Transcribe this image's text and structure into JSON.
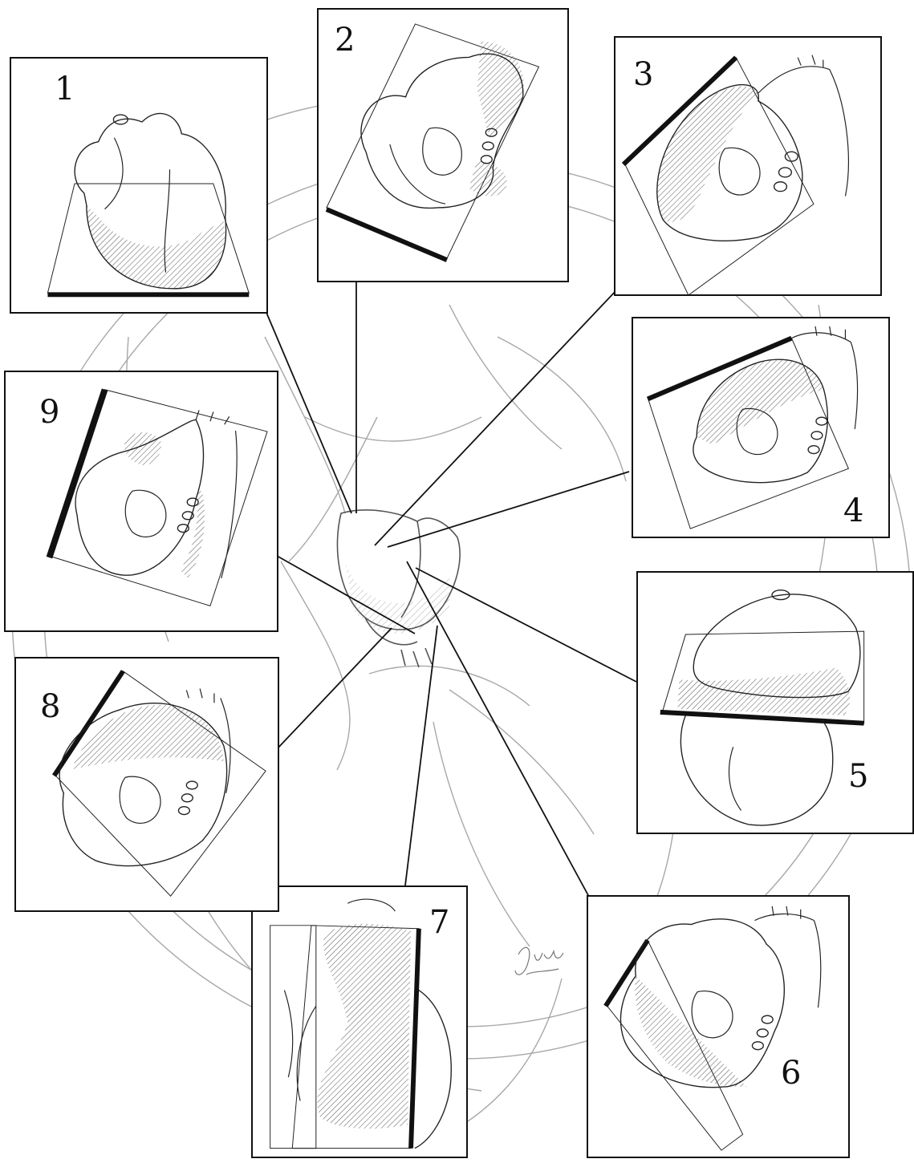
{
  "figure": {
    "panels": [
      {
        "id": 1,
        "label": "1"
      },
      {
        "id": 2,
        "label": "2"
      },
      {
        "id": 3,
        "label": "3"
      },
      {
        "id": 4,
        "label": "4"
      },
      {
        "id": 5,
        "label": "5"
      },
      {
        "id": 6,
        "label": "6"
      },
      {
        "id": 7,
        "label": "7"
      },
      {
        "id": 8,
        "label": "8"
      },
      {
        "id": 9,
        "label": "9"
      }
    ],
    "colors": {
      "ink": "#111111",
      "sketch": "#9a9a9a",
      "hatch": "#555555"
    }
  }
}
